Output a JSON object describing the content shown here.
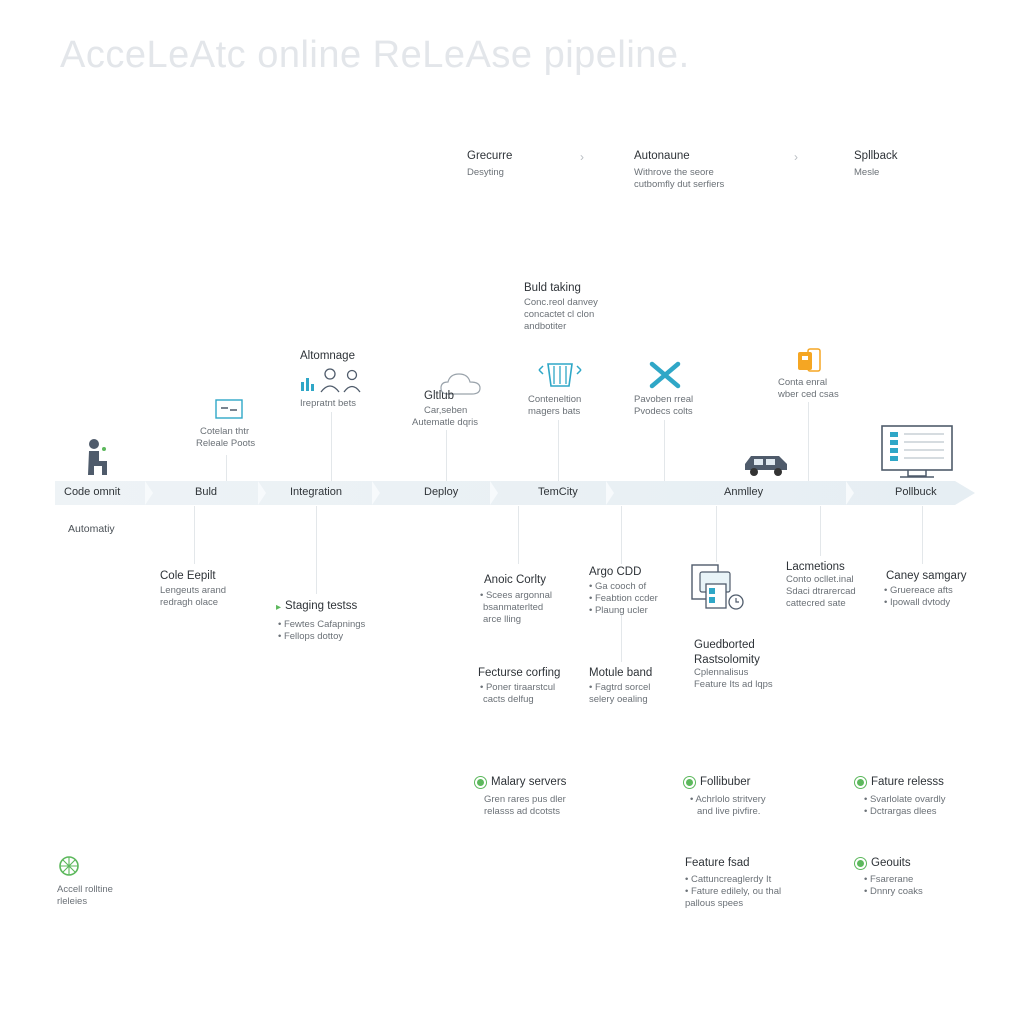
{
  "title": "AcceLeAtc online ReLeAse pipeline.",
  "top_stages": [
    {
      "title": "Grecurre",
      "sub": [
        "Desyting"
      ]
    },
    {
      "title": "Autonaune",
      "sub": [
        "Withrove the seore",
        "cutbomfly dut serfiers"
      ]
    },
    {
      "title": "Spllback",
      "sub": [
        "Mesle"
      ]
    }
  ],
  "timeline": [
    {
      "label": "Code omnit"
    },
    {
      "label": "Buld"
    },
    {
      "label": "Integration"
    },
    {
      "label": "Deploy"
    },
    {
      "label": "TemCity"
    },
    {
      "label": "Anmlley"
    },
    {
      "label": "Pollbuck"
    }
  ],
  "upper_tools": {
    "build_taking": {
      "title": "Buld taking",
      "sub": [
        "Conc.reol danvey",
        "concactet cl clon",
        "andbotiter"
      ]
    },
    "automnage": {
      "title": "Altomnage",
      "sub": [
        "Irepratnt bets"
      ]
    },
    "release_pools": {
      "title": "",
      "sub": [
        "Cotelan thtr",
        "Releale Poots"
      ]
    },
    "github": {
      "title": "Gltlub",
      "sub": [
        "Car,seben",
        "Autematle dqris"
      ]
    },
    "container": {
      "title": "",
      "sub": [
        "Conteneltion",
        "magers bats"
      ]
    },
    "pavoben": {
      "title": "",
      "sub": [
        "Pavoben rreal",
        "Pvodecs colts"
      ]
    },
    "conta": {
      "title": "",
      "sub": [
        "Conta enral",
        "wber ced csas"
      ]
    }
  },
  "automatiy": "Automatiy",
  "lower_items": [
    {
      "title": "Cole Eepilt",
      "sub": [
        "Lengeuts arand",
        "redragh olace"
      ]
    },
    {
      "title": "Staging testss",
      "sub": [
        "• Fewtes Cafapnings",
        "• Fellops dottoy"
      ]
    },
    {
      "title": "Anoic Corlty",
      "sub": [
        "• Scees argonnal",
        "bsanmaterlted",
        "arce lling"
      ]
    },
    {
      "title": "Argo CDD",
      "sub": [
        "• Ga cooch of",
        "• Feabtion ccder",
        "• Plaung ucler"
      ]
    },
    {
      "title": "Lacmetions",
      "sub": [
        "Conto ocllet.inal",
        "Sdaci dtrarercad",
        "cattecred sate"
      ]
    },
    {
      "title": "Caney samgary",
      "sub": [
        "• Gruereace afts",
        "• Ipowall dvtody"
      ]
    },
    {
      "title": "Fecturse corfing",
      "sub": [
        "• Poner tiraarstcul",
        "cacts delfug"
      ]
    },
    {
      "title": "Motule band",
      "sub": [
        "• Fagtrd sorcel",
        "selery oealing"
      ]
    },
    {
      "title": "Guedborted Rastsolomity",
      "sub": [
        "Cplennalisus",
        "Feature Its ad lqps"
      ]
    }
  ],
  "bottom_items": [
    {
      "title": "Malary servers",
      "sub": [
        "Gren rares pus dler",
        "relasss ad dcotsts"
      ]
    },
    {
      "title": "Follibuber",
      "sub": [
        "• Achrlolo stritvery",
        "and live pivfire."
      ]
    },
    {
      "title": "Fature relesss",
      "sub": [
        "• Svarlolate ovardly",
        "• Dctrargas dlees"
      ]
    },
    {
      "title": "Feature fsad",
      "sub": [
        "• Cattuncreaglerdy It",
        "• Fature edilely, ou thal",
        "pallous spees"
      ]
    },
    {
      "title": "Geouits",
      "sub": [
        "• Fsarerane",
        "• Dnnry coaks"
      ]
    }
  ],
  "footer": {
    "sub": [
      "Accell rolltine",
      "rleleies"
    ]
  },
  "colors": {
    "accent": "#2fa7c7",
    "green": "#5cb85c",
    "orange": "#f5a623",
    "slate": "#4f5b6b"
  }
}
